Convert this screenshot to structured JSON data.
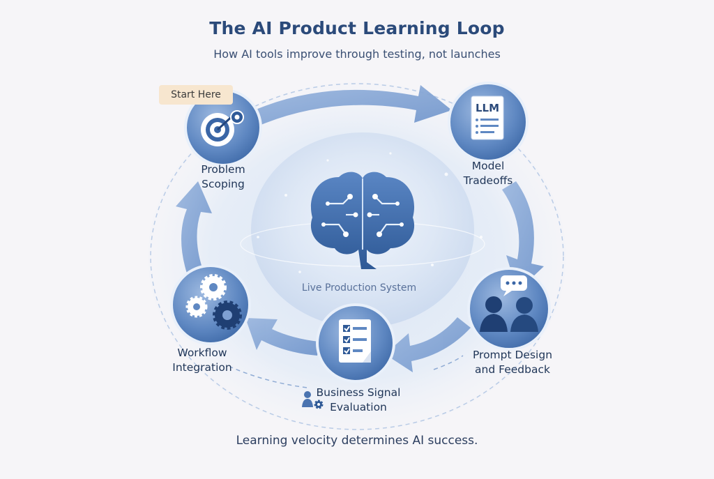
{
  "title": "The AI Product Learning Loop",
  "subtitle": "How AI tools improve through testing, not launches",
  "start_badge": "Start Here",
  "center_label": "Live Production System",
  "footer": "Learning velocity determines AI success.",
  "nodes": {
    "problem_scoping": {
      "line1": "Problem",
      "line2": "Scoping",
      "icon": "target-gear-icon"
    },
    "model_tradeoffs": {
      "line1": "Model",
      "line2": "Tradeoffs",
      "icon": "llm-document-icon",
      "doc_text": "LLM"
    },
    "prompt_design": {
      "line1": "Prompt Design",
      "line2": "and Feedback",
      "icon": "people-chat-icon"
    },
    "business_signal": {
      "line1": "Business Signal",
      "line2": "Evaluation",
      "icon": "checklist-icon"
    },
    "workflow_integration": {
      "line1": "Workflow",
      "line2": "Integration",
      "icon": "gears-icon"
    }
  },
  "center_icon": "brain-circuit-icon",
  "colors": {
    "title": "#2b4a7a",
    "node_fill": "#6a92c9",
    "arrow": "#7ea0d2",
    "badge": "#f7e6cf",
    "background": "#f6f5f8"
  }
}
